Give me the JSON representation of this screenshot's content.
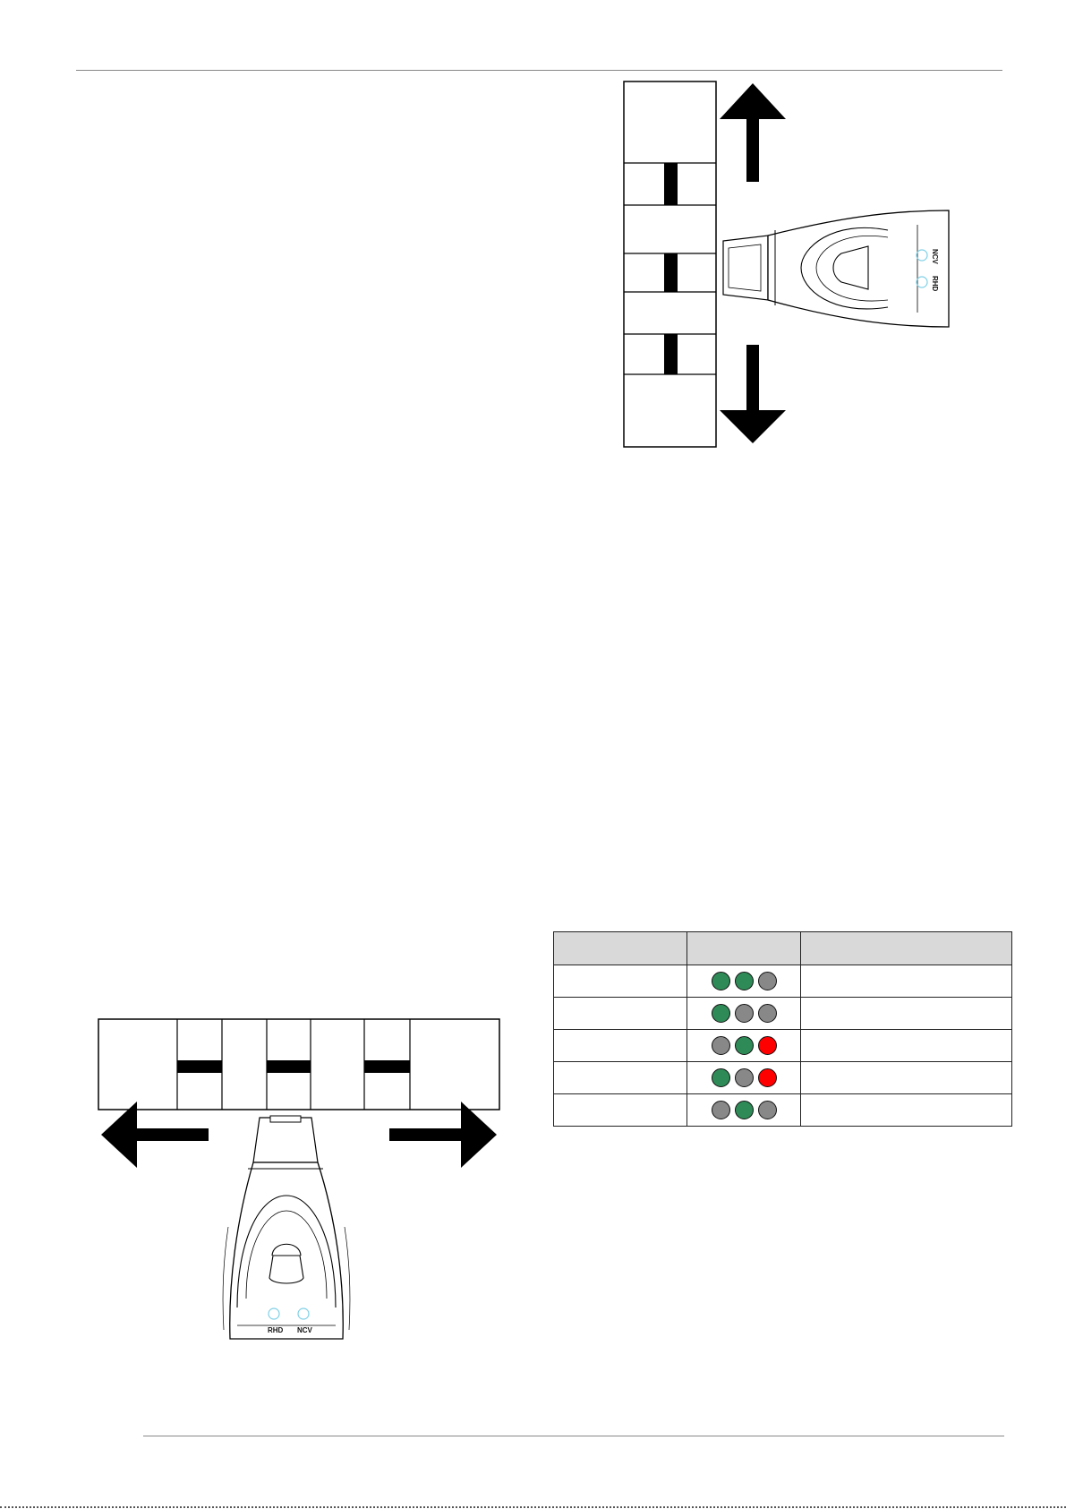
{
  "colors": {
    "led_green": "#2e8b57",
    "led_grey": "#888888",
    "led_red": "#ff0000",
    "indicator_ring": "#7fd0e6"
  },
  "device": {
    "indicator_labels": [
      "RHD",
      "NCV"
    ]
  },
  "led_table": {
    "headers": [
      "",
      "",
      ""
    ],
    "rows": [
      {
        "label": "",
        "leds": [
          "green",
          "green",
          "grey"
        ],
        "note": ""
      },
      {
        "label": "",
        "leds": [
          "green",
          "grey",
          "grey"
        ],
        "note": ""
      },
      {
        "label": "",
        "leds": [
          "grey",
          "green",
          "red"
        ],
        "note": ""
      },
      {
        "label": "",
        "leds": [
          "green",
          "grey",
          "red"
        ],
        "note": ""
      },
      {
        "label": "",
        "leds": [
          "grey",
          "green",
          "grey"
        ],
        "note": ""
      }
    ]
  }
}
